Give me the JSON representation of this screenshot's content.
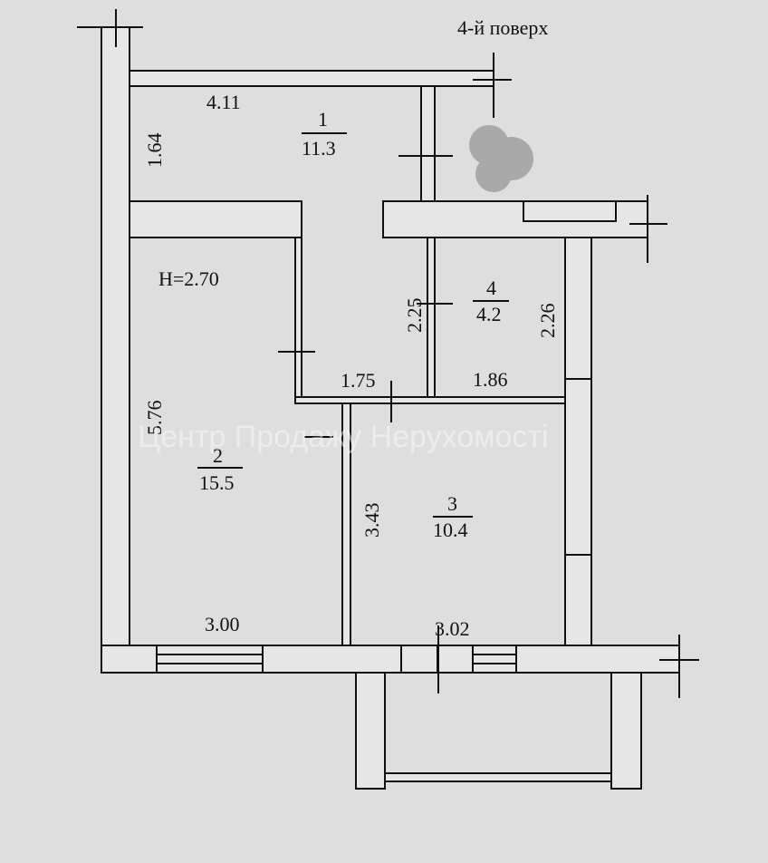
{
  "floor_label": "4-й поверх",
  "ceiling_height": "H=2.70",
  "watermark": "Центр Продажу Нерухомості",
  "rooms": [
    {
      "number": "1",
      "area": "11.3"
    },
    {
      "number": "2",
      "area": "15.5"
    },
    {
      "number": "3",
      "area": "10.4"
    },
    {
      "number": "4",
      "area": "4.2"
    }
  ],
  "dimensions": {
    "room1_width": "4.11",
    "room1_depth": "1.64",
    "room2_depth": "5.76",
    "room2_width": "3.00",
    "corridor_width": "1.75",
    "corridor_depth": "2.25",
    "room4_width": "1.86",
    "room4_depth": "2.26",
    "room3_depth": "3.43",
    "room3_width": "3.02"
  }
}
